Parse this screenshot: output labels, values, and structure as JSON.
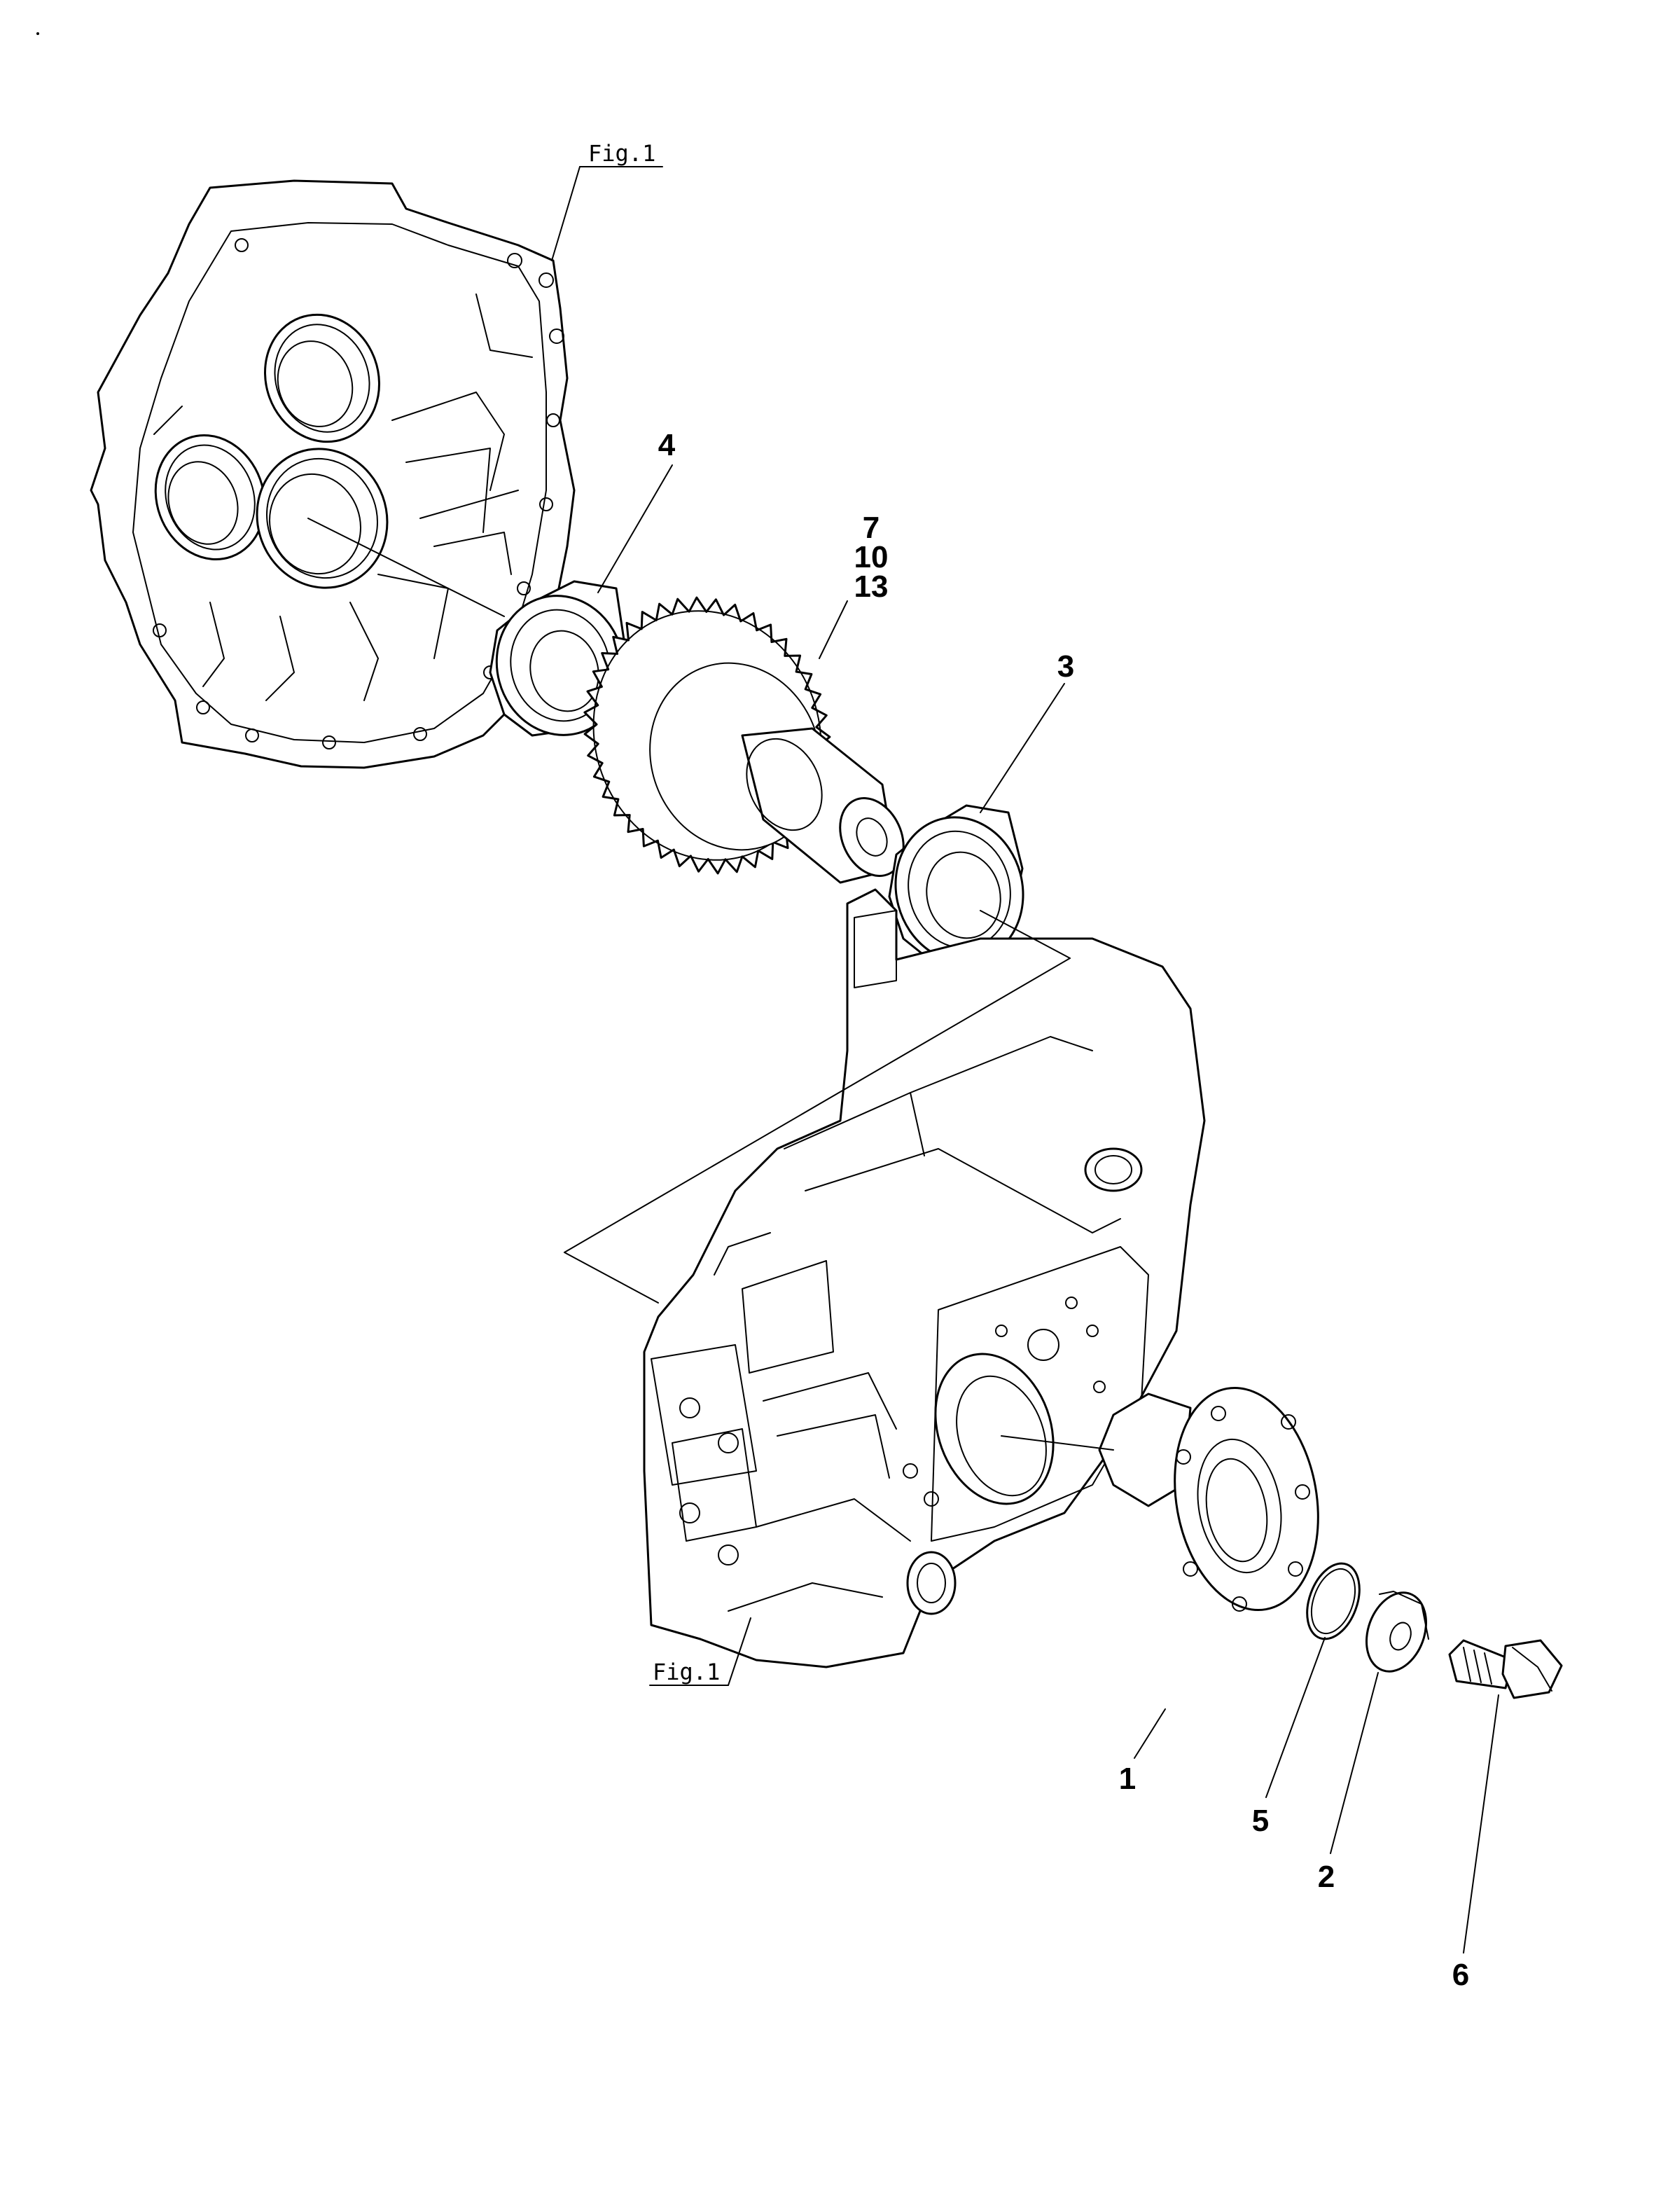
{
  "figure_refs": [
    {
      "id": "fig-ref-top",
      "text": "Fig.1"
    },
    {
      "id": "fig-ref-bottom",
      "text": "Fig.1"
    }
  ],
  "callouts": [
    {
      "id": "4",
      "text": "4"
    },
    {
      "id": "7",
      "text": "7"
    },
    {
      "id": "10",
      "text": "10"
    },
    {
      "id": "13",
      "text": "13"
    },
    {
      "id": "3",
      "text": "3"
    },
    {
      "id": "1",
      "text": "1"
    },
    {
      "id": "5",
      "text": "5"
    },
    {
      "id": "2",
      "text": "2"
    },
    {
      "id": "6",
      "text": "6"
    }
  ],
  "colors": {
    "ink": "#000000",
    "paper": "#ffffff"
  }
}
